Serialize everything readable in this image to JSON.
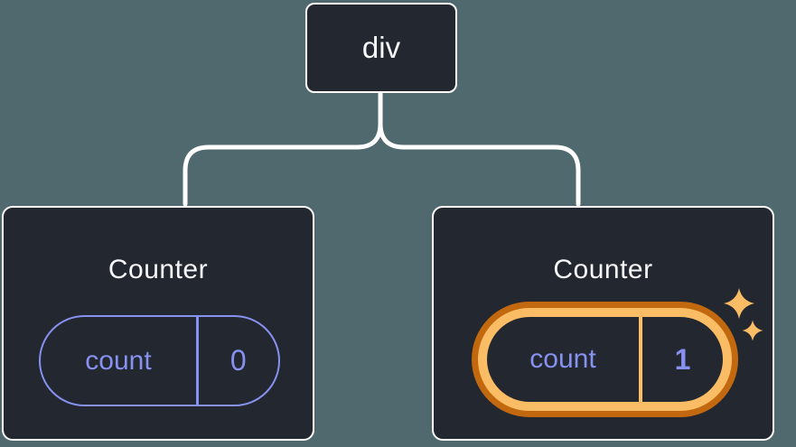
{
  "tree": {
    "root": {
      "label": "div"
    },
    "children": [
      {
        "label": "Counter",
        "state": {
          "key": "count",
          "value": "0"
        },
        "highlighted": false
      },
      {
        "label": "Counter",
        "state": {
          "key": "count",
          "value": "1"
        },
        "highlighted": true
      }
    ]
  },
  "icons": {
    "sparkles": "sparkles-icon"
  },
  "colors": {
    "background": "#4f696e",
    "card_bg": "#23272f",
    "card_border": "#ffffff",
    "connector": "#ffffff",
    "text_primary": "#f6f7f9",
    "state_accent": "#8691f0",
    "highlight_dark": "#c2690f",
    "highlight_light": "#fabd65"
  }
}
